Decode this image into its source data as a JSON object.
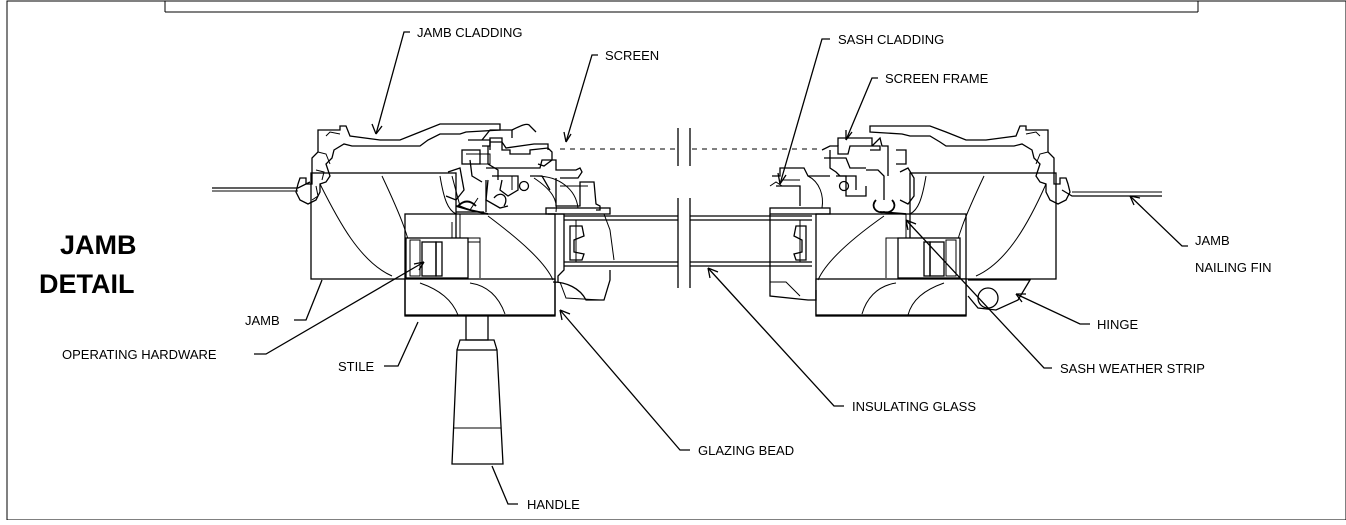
{
  "title": {
    "line1": "JAMB",
    "line2": "DETAIL"
  },
  "labels": {
    "jamb_cladding": "JAMB CLADDING",
    "screen": "SCREEN",
    "sash_cladding": "SASH CLADDING",
    "screen_frame": "SCREEN FRAME",
    "jamb_nailing_fin_1": "JAMB",
    "jamb_nailing_fin_2": "NAILING FIN",
    "jamb": "JAMB",
    "operating_hardware": "OPERATING HARDWARE",
    "stile": "STILE",
    "hinge": "HINGE",
    "sash_weather_strip": "SASH WEATHER STRIP",
    "insulating_glass": "INSULATING GLASS",
    "glazing_bead": "GLAZING BEAD",
    "handle": "HANDLE"
  }
}
